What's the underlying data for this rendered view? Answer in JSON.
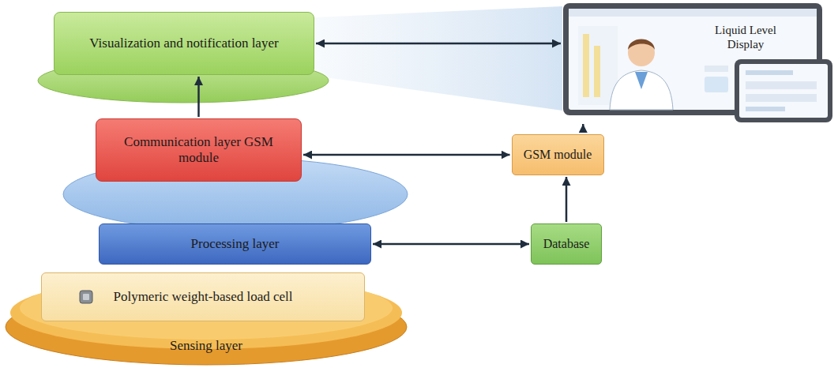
{
  "diagram": {
    "nodes": [
      {
        "text": [
          "Visualization and notification layer"
        ]
      },
      {
        "text": [
          "Liquid Level Display"
        ]
      },
      {
        "text": [
          "Communication layer GSM module"
        ]
      },
      {
        "text": [
          "GSM module"
        ]
      },
      {
        "text": [
          "Processing layer"
        ]
      },
      {
        "text": [
          "Database"
        ]
      },
      {
        "text": [
          "Sensing layer"
        ]
      },
      {
        "text": [
          "Polymeric weight-based load cell"
        ],
        "in": 6
      }
    ],
    "edges": [
      {
        "from": 2,
        "to": 0,
        "arrow": "to"
      },
      {
        "from": 0,
        "to": 1,
        "arrow": "both"
      },
      {
        "from": 2,
        "to": 3,
        "arrow": "both"
      },
      {
        "from": 4,
        "to": 5,
        "arrow": "both"
      },
      {
        "from": 5,
        "to": 3,
        "arrow": "to"
      },
      {
        "from": 3,
        "to": 1,
        "arrow": "to"
      }
    ]
  }
}
